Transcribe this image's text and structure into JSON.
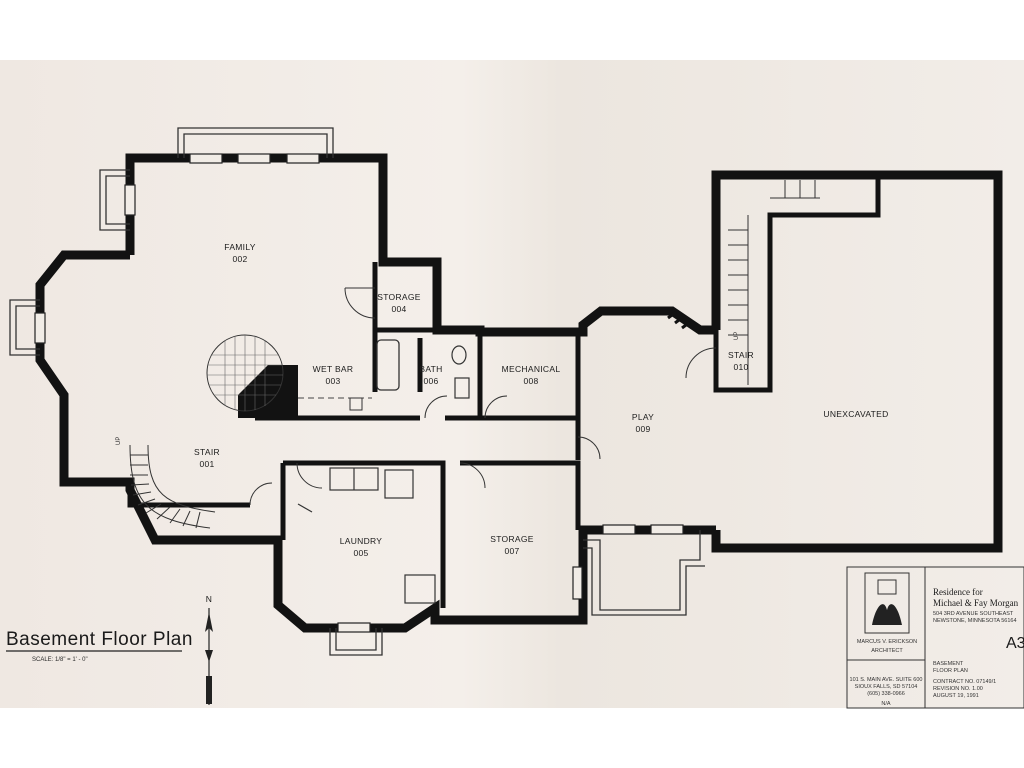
{
  "plan": {
    "title": "Basement Floor Plan",
    "scale": "SCALE: 1/8\" = 1' - 0\"",
    "north": "N"
  },
  "rooms": [
    {
      "id": "family",
      "name": "FAMILY",
      "number": "002"
    },
    {
      "id": "storage-004",
      "name": "STORAGE",
      "number": "004"
    },
    {
      "id": "wetbar",
      "name": "WET BAR",
      "number": "003"
    },
    {
      "id": "bath",
      "name": "BATH",
      "number": "006"
    },
    {
      "id": "mechanical",
      "name": "MECHANICAL",
      "number": "008"
    },
    {
      "id": "play",
      "name": "PLAY",
      "number": "009"
    },
    {
      "id": "stair-010",
      "name": "STAIR",
      "number": "010"
    },
    {
      "id": "unexcavated",
      "name": "UNEXCAVATED",
      "number": ""
    },
    {
      "id": "stair-001",
      "name": "STAIR",
      "number": "001"
    },
    {
      "id": "laundry",
      "name": "LAUNDRY",
      "number": "005"
    },
    {
      "id": "storage-007",
      "name": "STORAGE",
      "number": "007"
    }
  ],
  "stair_labels": {
    "up_left": "UP",
    "up_right": "UP"
  },
  "title_block": {
    "residence_line1": "Residence for",
    "residence_line2": "Michael & Fay Morgan",
    "address_line1": "504 3RD AVENUE SOUTHEAST",
    "address_line2": "NEWSTONE, MINNESOTA 56164",
    "sheet_number": "A3",
    "architect_line1": "MARCUS V. ERICKSON",
    "architect_line2": "ARCHITECT",
    "office_line1": "101 S. MAIN AVE. SUITE 600",
    "office_line2": "SIOUX FALLS, SD 57104",
    "office_line3": "(605) 338-0966",
    "drawing_line1": "BASEMENT",
    "drawing_line2": "FLOOR PLAN",
    "contract": "CONTRACT NO. 07149/1",
    "revision": "REVISION NO. 1.00",
    "date": "AUGUST 19, 1991",
    "na": "N/A"
  },
  "colors": {
    "wall": "#121212",
    "paper": "#f1ece6",
    "ink": "#1c1c1c"
  }
}
